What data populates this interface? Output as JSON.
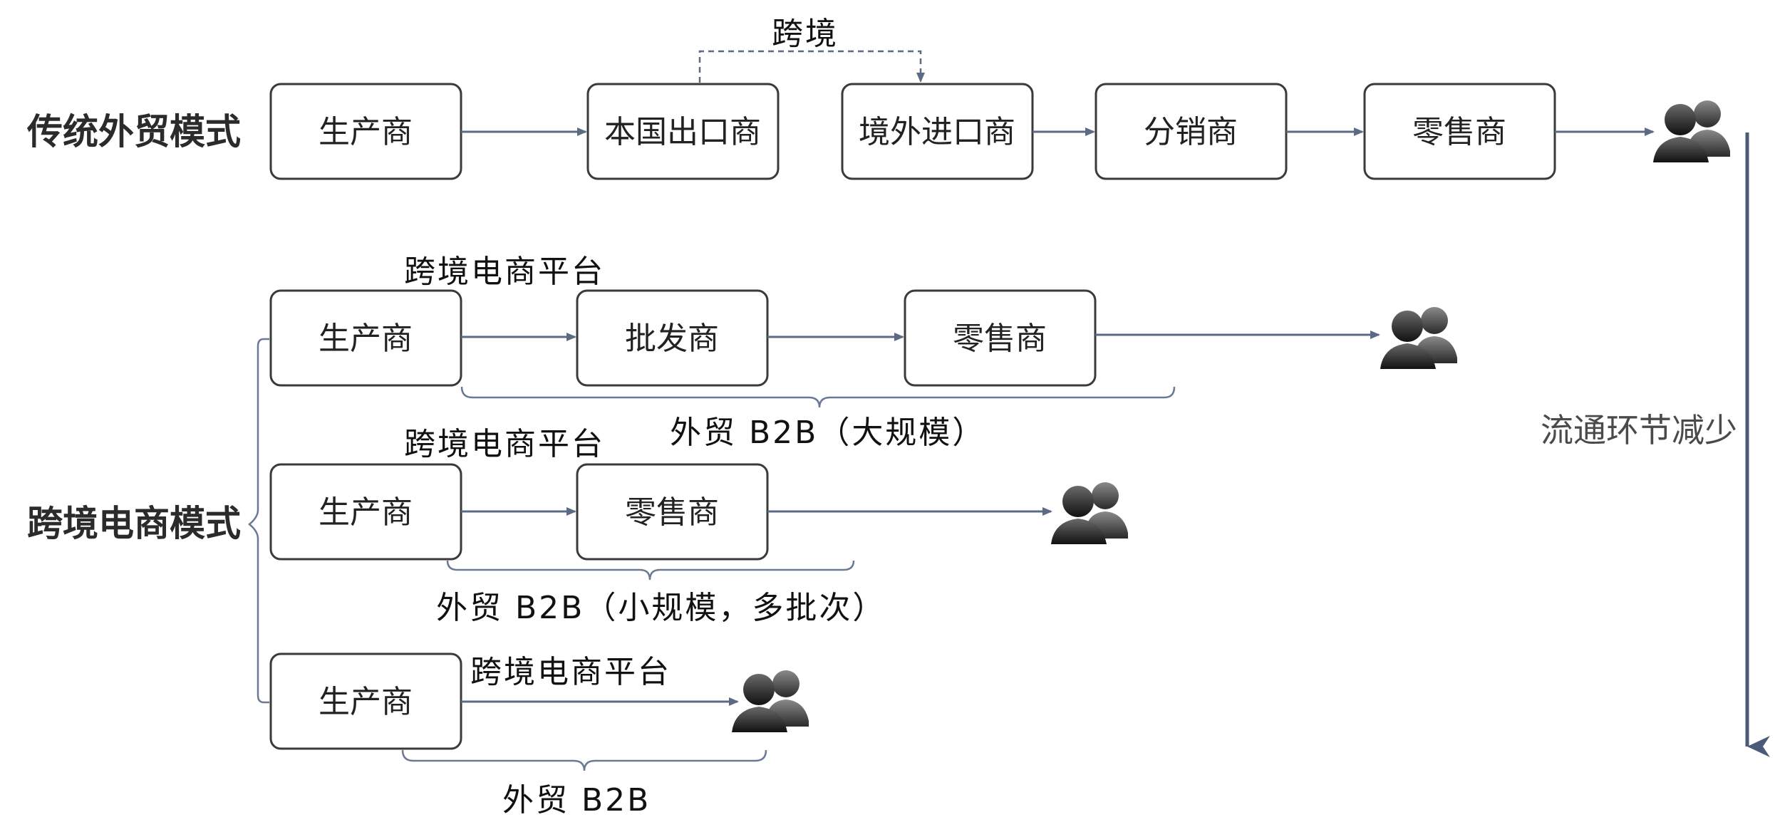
{
  "modes": {
    "traditional": "传统外贸模式",
    "cross_border": "跨境电商模式"
  },
  "row1": {
    "cross_border_label": "跨境",
    "boxes": [
      "生产商",
      "本国出口商",
      "境外进口商",
      "分销商",
      "零售商"
    ]
  },
  "row2": {
    "platform_label": "跨境电商平台",
    "boxes": [
      "生产商",
      "批发商",
      "零售商"
    ],
    "brace_label": "外贸 B2B（大规模）"
  },
  "row3": {
    "platform_label": "跨境电商平台",
    "boxes": [
      "生产商",
      "零售商"
    ],
    "brace_label": "外贸 B2B（小规模，多批次）"
  },
  "row4": {
    "platform_label": "跨境电商平台",
    "boxes": [
      "生产商"
    ],
    "brace_label": "外贸 B2B"
  },
  "side_note": "流通环节减少",
  "icons": [
    "consumer-group-icon"
  ],
  "colors": {
    "arrow": "#5b6b84",
    "box_border": "#3a3a3a"
  }
}
